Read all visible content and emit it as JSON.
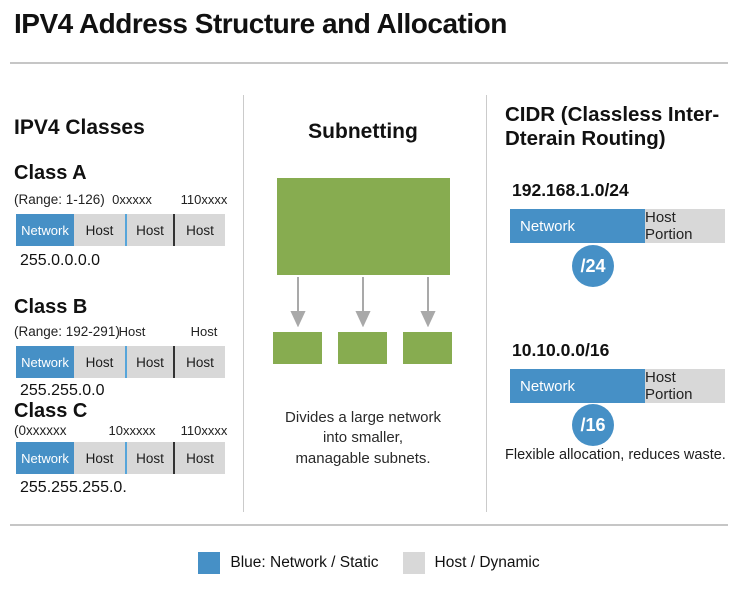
{
  "title": "IPV4 Address Structure and Allocation",
  "colors": {
    "network_blue": "#4690c6",
    "host_gray": "#d8d8d8",
    "subnet_green": "#87ac50"
  },
  "classes_panel": {
    "heading": "IPV4 Classes",
    "classes": [
      {
        "name": "Class A",
        "label1": "(Range: 1-126)",
        "label2": "0xxxxx",
        "label3": "110xxxx",
        "seg1": "Network",
        "seg2": "Host",
        "seg3": "Host",
        "seg4": "Host",
        "mask": "255.0.0.0.0"
      },
      {
        "name": "Class B",
        "label1": "(Range: 192-291)",
        "label2": "Host",
        "label3": "Host",
        "seg1": "Network",
        "seg2": "Host",
        "seg3": "Host",
        "seg4": "Host",
        "mask": "255.255.0.0"
      },
      {
        "name": "Class C",
        "label1": "(0xxxxxx",
        "label2": "10xxxxx",
        "label3": "110xxxx",
        "seg1": "Network",
        "seg2": "Host",
        "seg3": "Host",
        "seg4": "Host",
        "mask": "255.255.255.0."
      }
    ]
  },
  "subnetting_panel": {
    "heading": "Subnetting",
    "description": "Divides a large network into smaller, managable subnets."
  },
  "cidr_panel": {
    "heading": "CIDR (Classless Inter-Dterain Routing)",
    "examples": [
      {
        "address": "192.168.1.0/24",
        "network": "Network",
        "host": "Host Portion",
        "badge": "/24"
      },
      {
        "address": "10.10.0.0/16",
        "network": "Network",
        "host": "Host Portion",
        "badge": "/16"
      }
    ],
    "note": "Flexible allocation, reduces waste."
  },
  "legend": {
    "network_label": "Blue: Network / Static",
    "host_label": "Host / Dynamic"
  }
}
